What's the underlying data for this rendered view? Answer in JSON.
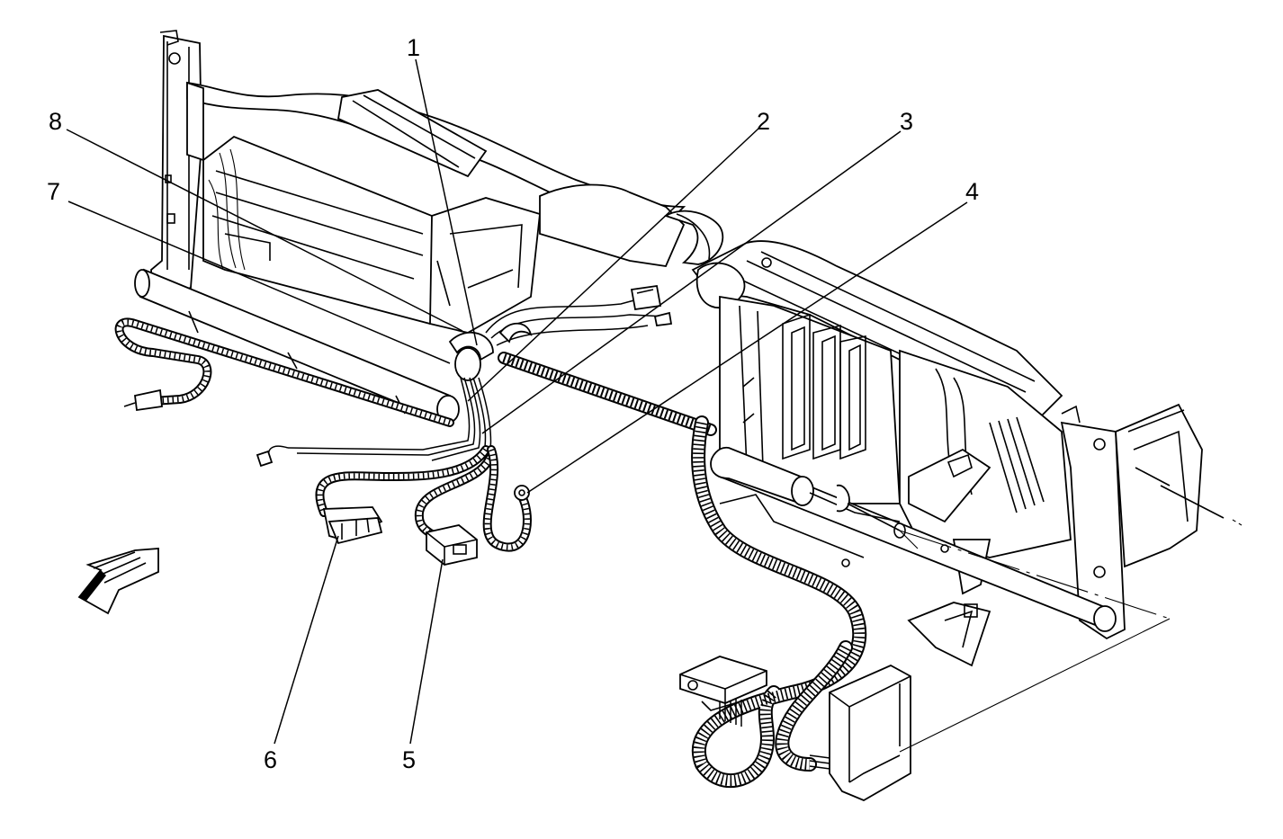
{
  "callouts": [
    {
      "id": "1",
      "label": "1"
    },
    {
      "id": "2",
      "label": "2"
    },
    {
      "id": "3",
      "label": "3"
    },
    {
      "id": "4",
      "label": "4"
    },
    {
      "id": "5",
      "label": "5"
    },
    {
      "id": "6",
      "label": "6"
    },
    {
      "id": "7",
      "label": "7"
    },
    {
      "id": "8",
      "label": "8"
    }
  ],
  "icons": {
    "front_arrow": "forward-direction-arrow-icon"
  }
}
